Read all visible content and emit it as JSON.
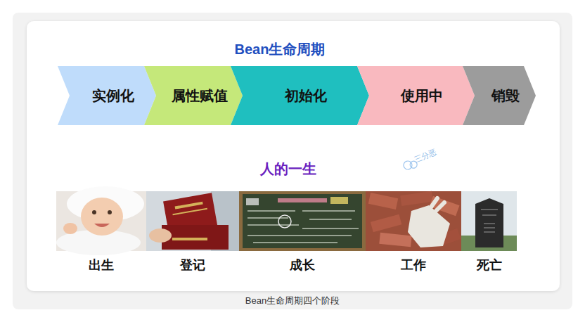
{
  "diagram": {
    "title": "Bean生命周期",
    "caption": "Bean生命周期四个阶段",
    "nodes": [
      {
        "text": [
          "实例化"
        ]
      },
      {
        "text": [
          "属性赋值"
        ]
      },
      {
        "text": [
          "初始化"
        ]
      },
      {
        "text": [
          "使用中"
        ]
      },
      {
        "text": [
          "销毁"
        ]
      }
    ],
    "labels": [
      "人的一生",
      "三分恶",
      "出生",
      "登记",
      "成长",
      "工作",
      "死亡"
    ]
  }
}
